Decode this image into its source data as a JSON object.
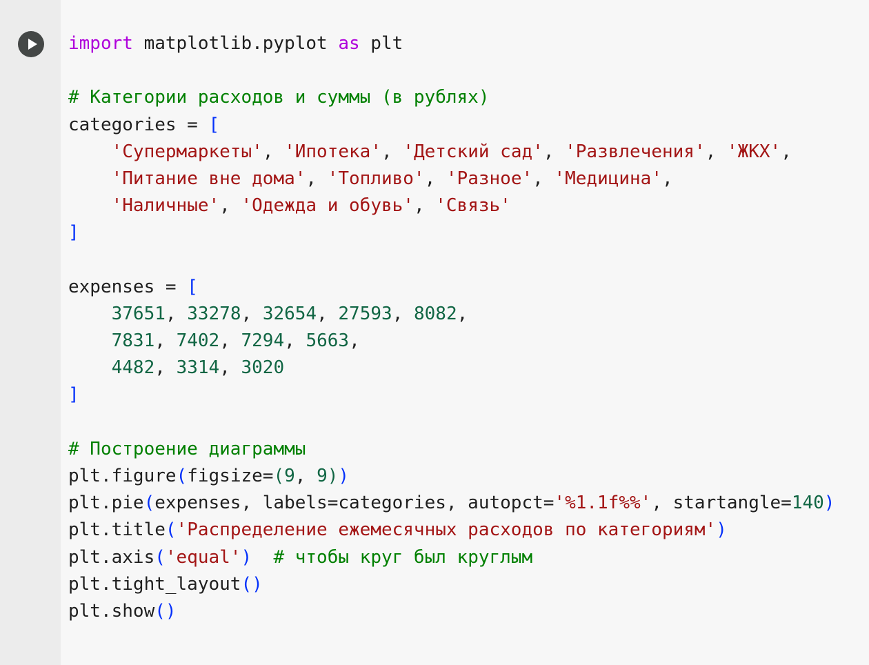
{
  "cell": {
    "run_button": {
      "icon": "play-icon"
    },
    "lines": [
      [
        {
          "t": "import",
          "c": "kw"
        },
        {
          "t": " matplotlib.pyplot ",
          "c": ""
        },
        {
          "t": "as",
          "c": "kw"
        },
        {
          "t": " plt",
          "c": ""
        }
      ],
      [],
      [
        {
          "t": "# Категории расходов и суммы (в рублях)",
          "c": "cm"
        }
      ],
      [
        {
          "t": "categories = ",
          "c": ""
        },
        {
          "t": "[",
          "c": "br"
        }
      ],
      [
        {
          "t": "    ",
          "c": ""
        },
        {
          "t": "'Супермаркеты'",
          "c": "st"
        },
        {
          "t": ", ",
          "c": ""
        },
        {
          "t": "'Ипотека'",
          "c": "st"
        },
        {
          "t": ", ",
          "c": ""
        },
        {
          "t": "'Детский сад'",
          "c": "st"
        },
        {
          "t": ", ",
          "c": ""
        },
        {
          "t": "'Развлечения'",
          "c": "st"
        },
        {
          "t": ", ",
          "c": ""
        },
        {
          "t": "'ЖКХ'",
          "c": "st"
        },
        {
          "t": ",",
          "c": ""
        }
      ],
      [
        {
          "t": "    ",
          "c": ""
        },
        {
          "t": "'Питание вне дома'",
          "c": "st"
        },
        {
          "t": ", ",
          "c": ""
        },
        {
          "t": "'Топливо'",
          "c": "st"
        },
        {
          "t": ", ",
          "c": ""
        },
        {
          "t": "'Разное'",
          "c": "st"
        },
        {
          "t": ", ",
          "c": ""
        },
        {
          "t": "'Медицина'",
          "c": "st"
        },
        {
          "t": ",",
          "c": ""
        }
      ],
      [
        {
          "t": "    ",
          "c": ""
        },
        {
          "t": "'Наличные'",
          "c": "st"
        },
        {
          "t": ", ",
          "c": ""
        },
        {
          "t": "'Одежда и обувь'",
          "c": "st"
        },
        {
          "t": ", ",
          "c": ""
        },
        {
          "t": "'Связь'",
          "c": "st"
        }
      ],
      [
        {
          "t": "]",
          "c": "br"
        }
      ],
      [],
      [
        {
          "t": "expenses = ",
          "c": ""
        },
        {
          "t": "[",
          "c": "br"
        }
      ],
      [
        {
          "t": "    ",
          "c": ""
        },
        {
          "t": "37651",
          "c": "nm"
        },
        {
          "t": ", ",
          "c": ""
        },
        {
          "t": "33278",
          "c": "nm"
        },
        {
          "t": ", ",
          "c": ""
        },
        {
          "t": "32654",
          "c": "nm"
        },
        {
          "t": ", ",
          "c": ""
        },
        {
          "t": "27593",
          "c": "nm"
        },
        {
          "t": ", ",
          "c": ""
        },
        {
          "t": "8082",
          "c": "nm"
        },
        {
          "t": ",",
          "c": ""
        }
      ],
      [
        {
          "t": "    ",
          "c": ""
        },
        {
          "t": "7831",
          "c": "nm"
        },
        {
          "t": ", ",
          "c": ""
        },
        {
          "t": "7402",
          "c": "nm"
        },
        {
          "t": ", ",
          "c": ""
        },
        {
          "t": "7294",
          "c": "nm"
        },
        {
          "t": ", ",
          "c": ""
        },
        {
          "t": "5663",
          "c": "nm"
        },
        {
          "t": ",",
          "c": ""
        }
      ],
      [
        {
          "t": "    ",
          "c": ""
        },
        {
          "t": "4482",
          "c": "nm"
        },
        {
          "t": ", ",
          "c": ""
        },
        {
          "t": "3314",
          "c": "nm"
        },
        {
          "t": ", ",
          "c": ""
        },
        {
          "t": "3020",
          "c": "nm"
        }
      ],
      [
        {
          "t": "]",
          "c": "br"
        }
      ],
      [],
      [
        {
          "t": "# Построение диаграммы",
          "c": "cm"
        }
      ],
      [
        {
          "t": "plt.figure",
          "c": ""
        },
        {
          "t": "(",
          "c": "br"
        },
        {
          "t": "figsize=",
          "c": ""
        },
        {
          "t": "(",
          "c": "nm"
        },
        {
          "t": "9",
          "c": "nm"
        },
        {
          "t": ", ",
          "c": ""
        },
        {
          "t": "9",
          "c": "nm"
        },
        {
          "t": ")",
          "c": "nm"
        },
        {
          "t": ")",
          "c": "br"
        }
      ],
      [
        {
          "t": "plt.pie",
          "c": ""
        },
        {
          "t": "(",
          "c": "br"
        },
        {
          "t": "expenses, labels=categories, autopct=",
          "c": ""
        },
        {
          "t": "'%1.1f%%'",
          "c": "st"
        },
        {
          "t": ", startangle=",
          "c": ""
        },
        {
          "t": "140",
          "c": "nm"
        },
        {
          "t": ")",
          "c": "br"
        }
      ],
      [
        {
          "t": "plt.title",
          "c": ""
        },
        {
          "t": "(",
          "c": "br"
        },
        {
          "t": "'Распределение ежемесячных расходов по категориям'",
          "c": "st"
        },
        {
          "t": ")",
          "c": "br"
        }
      ],
      [
        {
          "t": "plt.axis",
          "c": ""
        },
        {
          "t": "(",
          "c": "br"
        },
        {
          "t": "'equal'",
          "c": "st"
        },
        {
          "t": ")",
          "c": "br"
        },
        {
          "t": "  ",
          "c": ""
        },
        {
          "t": "# чтобы круг был круглым",
          "c": "cm"
        }
      ],
      [
        {
          "t": "plt.tight_layout",
          "c": ""
        },
        {
          "t": "()",
          "c": "br"
        }
      ],
      [
        {
          "t": "plt.show",
          "c": ""
        },
        {
          "t": "()",
          "c": "br"
        }
      ]
    ]
  }
}
